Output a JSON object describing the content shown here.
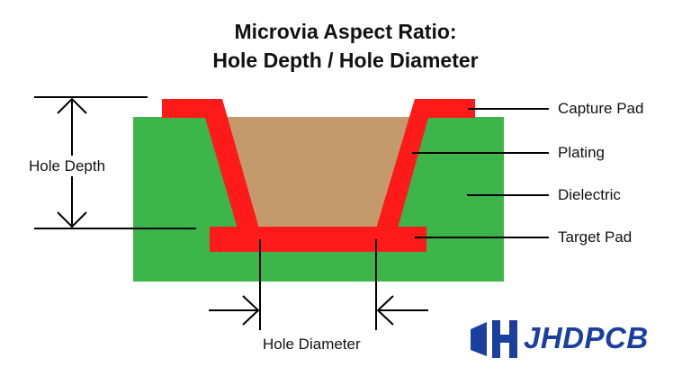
{
  "title": {
    "line1": "Microvia Aspect Ratio:",
    "line2": "Hole Depth / Hole Diameter"
  },
  "labels": {
    "hole_depth": "Hole Depth",
    "hole_diameter": "Hole Diameter",
    "capture_pad": "Capture Pad",
    "plating": "Plating",
    "dielectric": "Dielectric",
    "target_pad": "Target Pad"
  },
  "logo": {
    "text": "JHDPCB",
    "icon": "jhdpcb-logo-icon"
  },
  "colors": {
    "dielectric": "#3cb54a",
    "copper_plating": "#ff1a1a",
    "hole_fill": "#c49a6c",
    "brand_blue": "#1a3f9e"
  }
}
